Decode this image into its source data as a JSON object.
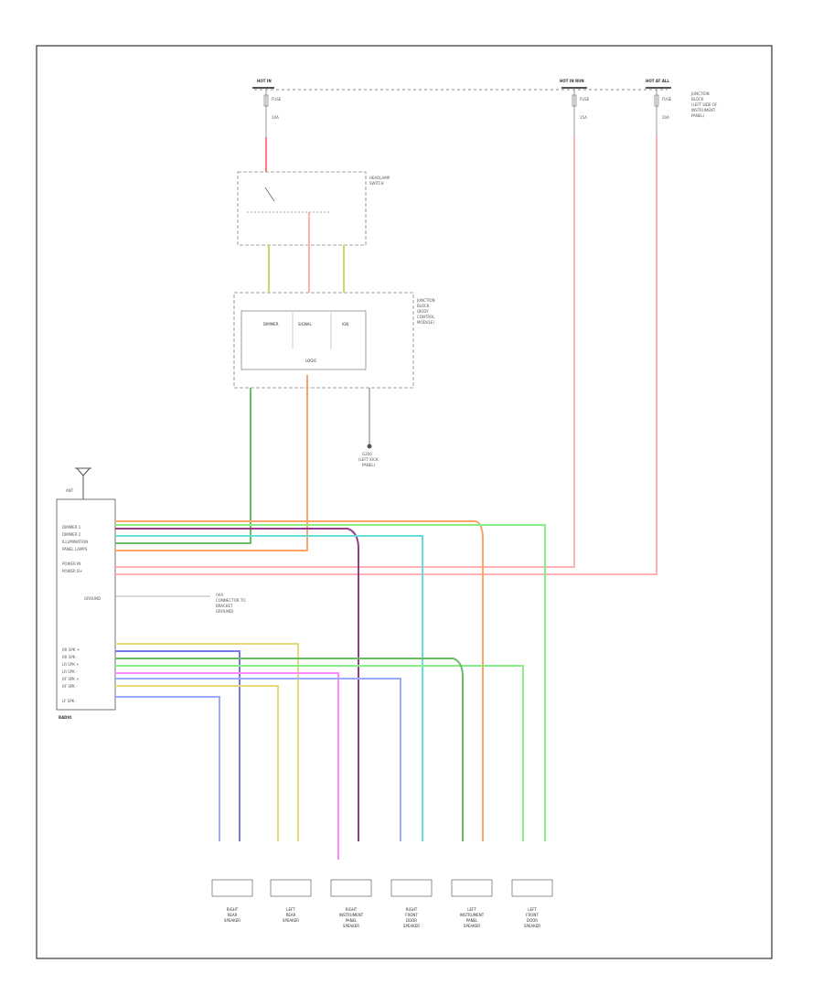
{
  "colors": {
    "frame": "#333333",
    "box": "#777777",
    "red_wire": "#ff7a7a",
    "pink_wire": "#ffb0b0",
    "yellow_green": "#c8d860",
    "green": "#66bb66",
    "orange": "#ffa366",
    "brown": "#8a5a2b",
    "violet": "#9a3b8a",
    "cyan": "#66dddd",
    "light_green": "#88ee88",
    "yellow": "#e8d878",
    "blue": "#7777ee",
    "magenta": "#ff88ff",
    "lightblue": "#99aaff"
  },
  "power_sources": [
    {
      "title": "HOT IN",
      "sub": "FUSE",
      "amp": "10A"
    },
    {
      "title": "HOT IN RUN",
      "sub": "FUSE",
      "amp": "15A"
    },
    {
      "title": "HOT AT ALL",
      "sub": "FUSE",
      "amp": "20A"
    }
  ],
  "power_note": [
    "JUNCTION",
    "BLOCK",
    "(LEFT SIDE OF",
    "INSTRUMENT",
    "PANEL)"
  ],
  "switch": {
    "title": [
      "HEADLAMP",
      "SWITCH"
    ]
  },
  "module": {
    "title": [
      "JUNCTION",
      "BLOCK",
      "(BODY",
      "CONTROL",
      "MODULE)"
    ],
    "cells": [
      "DIMMER",
      "SIGNAL",
      "IGN"
    ],
    "logic": "LOGIC"
  },
  "ground": {
    "label": [
      "G200",
      "(LEFT KICK",
      "PANEL)"
    ]
  },
  "antenna": {
    "label": "ANT"
  },
  "radio": {
    "name": "RADIO",
    "pins_top": [
      "DIMMER 1",
      "DIMMER 2",
      "ILLUMINATION",
      "PANEL LAMPS",
      "POWER IN",
      "POWER B+"
    ],
    "mid_label": "GROUND",
    "mid_note": [
      "(VIA",
      "CONNECTOR TO",
      "BRACKET",
      "GROUND)"
    ],
    "pins_bottom": [
      "RR SPK +",
      "RR SPK -",
      "LR SPK +",
      "LR SPK -",
      "RF SPK +",
      "RF SPK -",
      "LF SPK -"
    ]
  },
  "speakers": [
    {
      "name": [
        "RIGHT",
        "REAR",
        "SPEAKER"
      ]
    },
    {
      "name": [
        "LEFT",
        "REAR",
        "SPEAKER"
      ]
    },
    {
      "name": [
        "RIGHT",
        "INSTRUMENT",
        "PANEL",
        "SPEAKER"
      ]
    },
    {
      "name": [
        "RIGHT",
        "FRONT",
        "DOOR",
        "SPEAKER"
      ]
    },
    {
      "name": [
        "LEFT",
        "INSTRUMENT",
        "PANEL",
        "SPEAKER"
      ]
    },
    {
      "name": [
        "LEFT",
        "FRONT",
        "DOOR",
        "SPEAKER"
      ]
    }
  ]
}
